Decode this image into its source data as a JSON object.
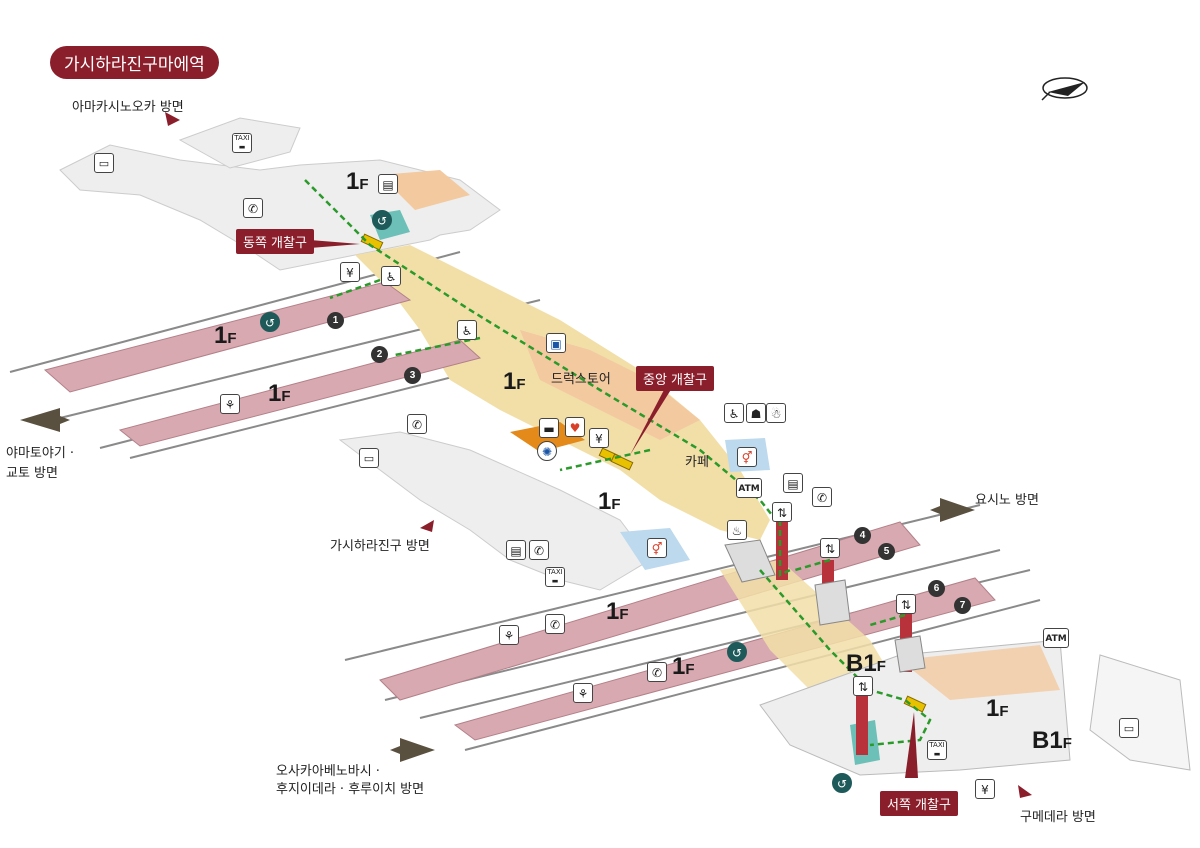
{
  "title": "가시하라진구마에역",
  "colors": {
    "accent": "#8b1e2b",
    "platform": "#d8a9b0",
    "concourse": "#f2dfa8",
    "shop": "#f3c9a0",
    "route": "#2a9a2a",
    "elevator": "#b7323a",
    "ground": "#eeeeee",
    "teal": "#6cc0b8"
  },
  "directions": {
    "amakashi": "아마카시노오카 방면",
    "yamato": "야마토야기 ·",
    "kyoto": "교토 방면",
    "kashihara": "가시하라진구 방면",
    "yoshino": "요시노 방면",
    "osaka_line1": "오사카아베노바시 ·",
    "osaka_line2": "후지이데라 · 후루이치 방면",
    "kumedera": "구메데라 방면"
  },
  "floors": {
    "f1": "1",
    "b1": "B1",
    "f_suffix": "F"
  },
  "gates": {
    "east": "동쪽 개찰구",
    "central": "중앙 개찰구",
    "west": "서쪽 개찰구"
  },
  "places": {
    "drugstore": "드럭스토어",
    "cafe": "카페"
  },
  "icons": {
    "taxi": "TAXI",
    "atm": "ATM",
    "yen": "¥",
    "phone": "✆",
    "bus": "bus-icon"
  },
  "platforms": [
    "1",
    "2",
    "3",
    "4",
    "5",
    "6",
    "7"
  ]
}
